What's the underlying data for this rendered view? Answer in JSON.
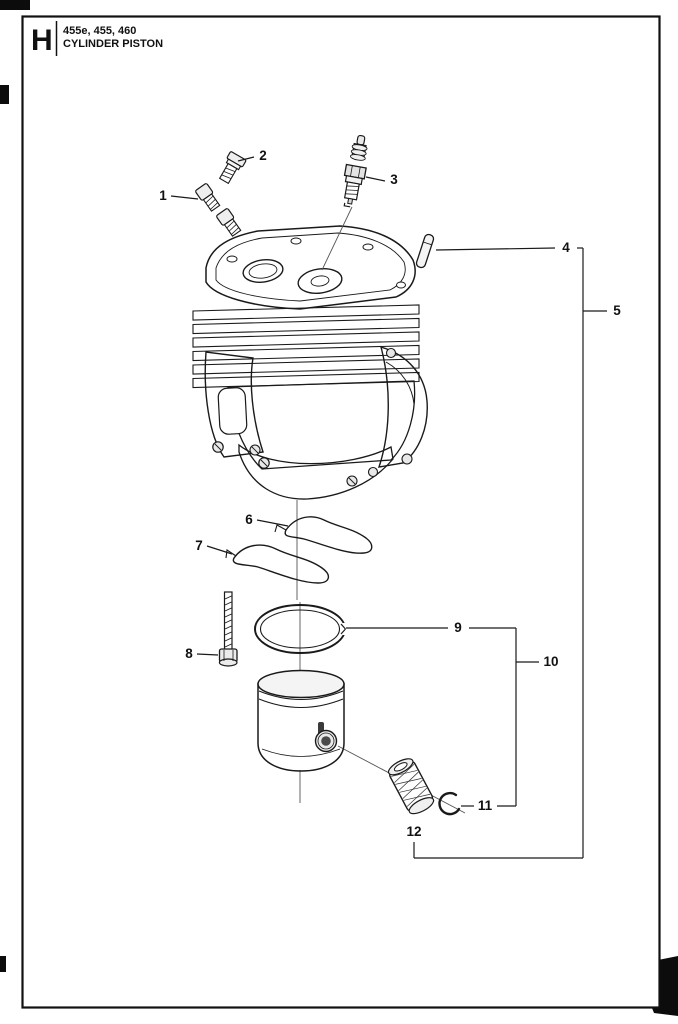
{
  "page": {
    "section_letter": "H",
    "models": "455e, 455, 460",
    "title": "CYLINDER PISTON"
  },
  "diagram": {
    "callouts": [
      {
        "label": "1"
      },
      {
        "label": "2"
      },
      {
        "label": "3"
      },
      {
        "label": "4"
      },
      {
        "label": "5"
      },
      {
        "label": "6"
      },
      {
        "label": "7"
      },
      {
        "label": "8"
      },
      {
        "label": "9"
      },
      {
        "label": "10"
      },
      {
        "label": "11"
      },
      {
        "label": "12"
      }
    ],
    "colors": {
      "line": "#1a1a1a",
      "paper": "#ffffff",
      "shade": "#f3f3f3"
    }
  }
}
